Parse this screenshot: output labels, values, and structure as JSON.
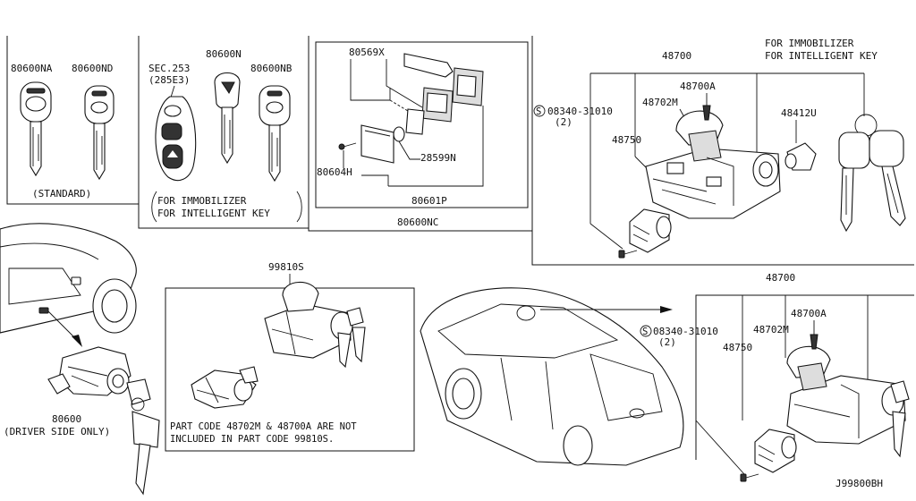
{
  "panel_keys_standard": {
    "label_a": "80600NA",
    "label_b": "80600ND",
    "caption": "(STANDARD)"
  },
  "panel_keys_intelligent": {
    "sec_label": "SEC.253",
    "sec_sub": "(285E3)",
    "label_n": "80600N",
    "label_nb": "80600NB",
    "note_line1": "FOR IMMOBILIZER",
    "note_line2": "FOR INTELLIGENT KEY"
  },
  "panel_kit": {
    "label_x": "80569X",
    "label_n": "28599N",
    "label_h": "80604H",
    "label_p": "80601P",
    "label_nc": "80600NC"
  },
  "panel_top_right": {
    "note_line1": "FOR IMMOBILIZER",
    "note_line2": "FOR INTELLIGENT KEY",
    "label_main": "48700",
    "label_a": "48700A",
    "label_m": "48702M",
    "label_750": "48750",
    "label_u": "48412U",
    "screw_part": "08340-31010",
    "screw_qty": "(2)",
    "s_mark": "S"
  },
  "panel_driver": {
    "label": "80600",
    "caption": "(DRIVER SIDE ONLY)"
  },
  "panel_set": {
    "label": "99810S",
    "note_line1": "PART CODE 48702M & 48700A ARE NOT",
    "note_line2": "INCLUDED IN PART CODE 99810S."
  },
  "panel_bottom_right": {
    "label_main": "48700",
    "label_a": "48700A",
    "label_m": "48702M",
    "label_750": "48750",
    "screw_part": "08340-31010",
    "screw_qty": "(2)",
    "s_mark": "S"
  },
  "diagram_code": "J99800BH"
}
